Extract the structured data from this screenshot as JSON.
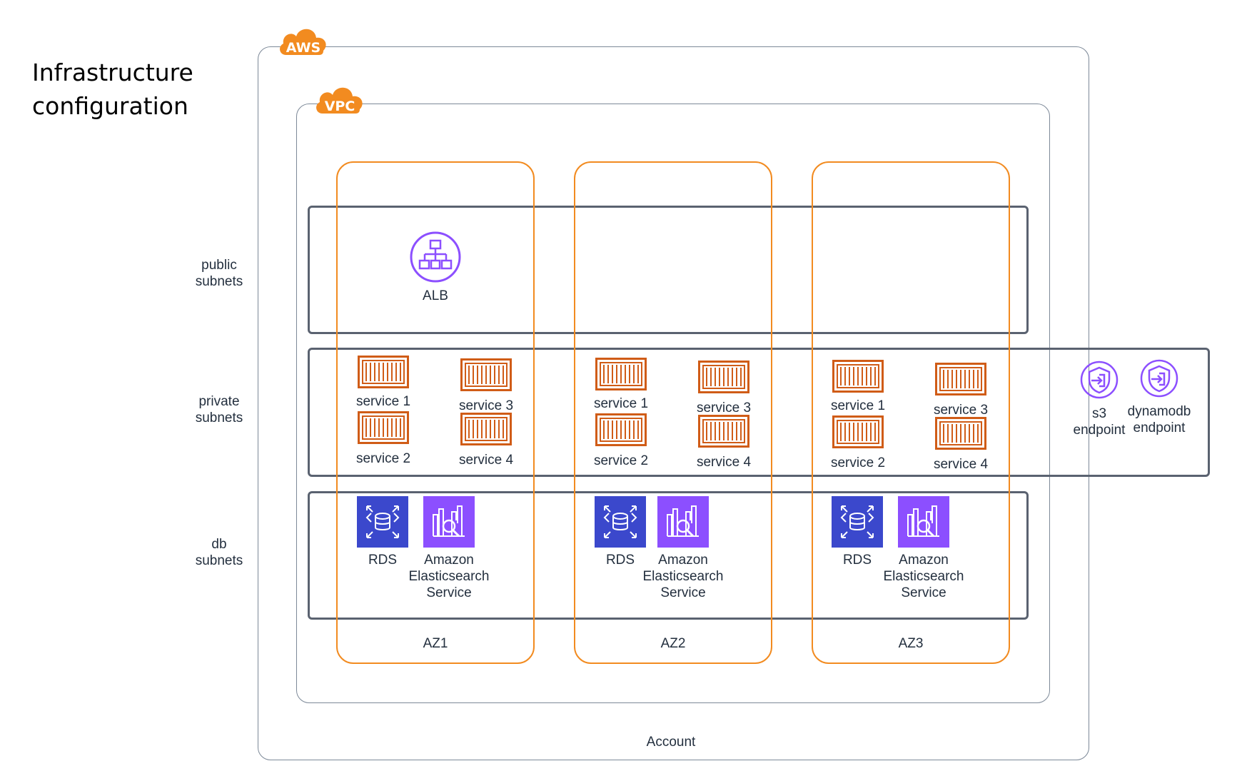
{
  "title": {
    "line1": "Infrastructure",
    "line2": "configuration"
  },
  "account": {
    "badge": "AWS",
    "label": "Account"
  },
  "vpc": {
    "badge": "VPC"
  },
  "rows": {
    "public": [
      "public",
      "subnets"
    ],
    "private": [
      "private",
      "subnets"
    ],
    "db": [
      "db",
      "subnets"
    ]
  },
  "azs": [
    "AZ1",
    "AZ2",
    "AZ3"
  ],
  "alb": {
    "label": "ALB"
  },
  "services": [
    "service 1",
    "service 3",
    "service 2",
    "service 4"
  ],
  "db": {
    "rds": "RDS",
    "es": [
      "Amazon",
      "Elasticsearch",
      "Service"
    ]
  },
  "endpoints": {
    "s3": [
      "s3",
      "endpoint"
    ],
    "dynamodb": [
      "dynamodb",
      "endpoint"
    ]
  },
  "colors": {
    "orange": "#f28b20",
    "container": "#d05c17",
    "purple": "#8c4fff",
    "rds": "#3b48cc",
    "es": "#8c4fff",
    "border": "#5a6270"
  }
}
